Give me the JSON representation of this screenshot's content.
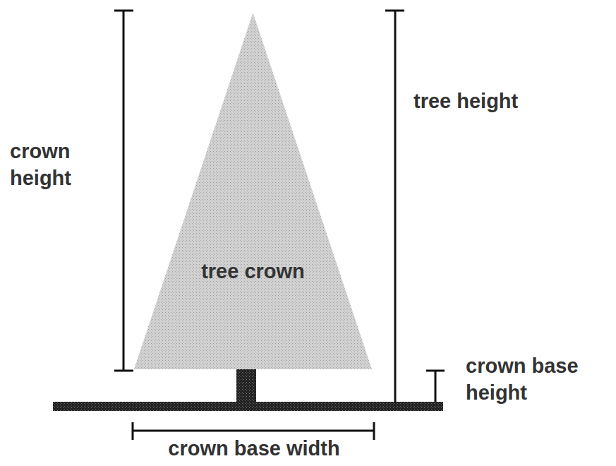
{
  "diagram": {
    "nodes": [
      {
        "text": [
          "tree crown"
        ]
      }
    ],
    "labels": [
      "crown height",
      "tree height",
      "crown base height",
      "crown base width"
    ]
  }
}
